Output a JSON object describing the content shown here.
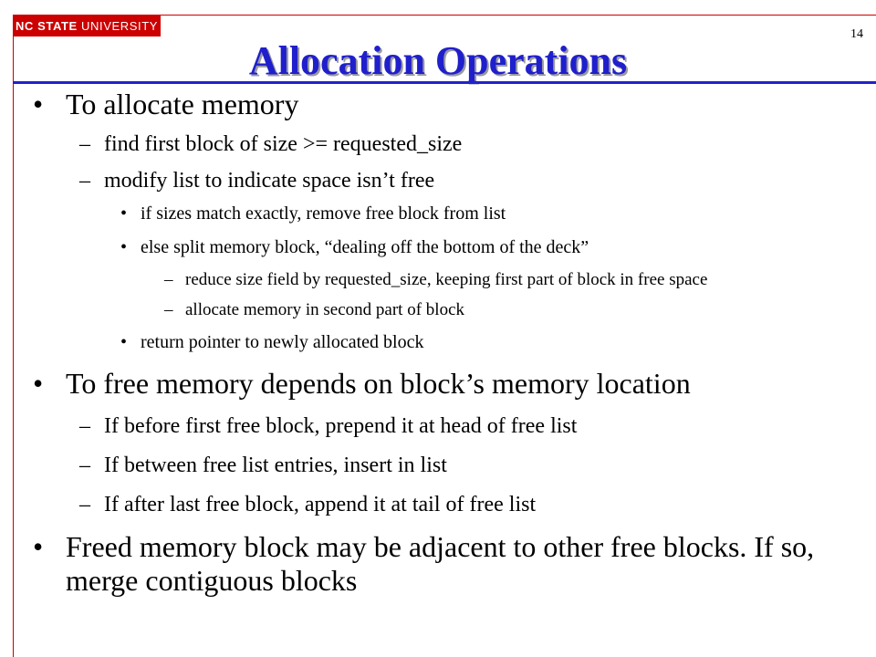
{
  "header": {
    "logo_bold": "NC STATE",
    "logo_rest": " UNIVERSITY",
    "slide_number": "14",
    "title": "Allocation Operations"
  },
  "bullets": [
    {
      "text": "To allocate memory",
      "children": [
        {
          "text": "find first block of size >= requested_size"
        },
        {
          "text": "modify list to indicate space isn’t free",
          "children": [
            {
              "text": "if sizes match exactly, remove free block from list"
            },
            {
              "text": "else split memory block, “dealing off the bottom of the deck”",
              "children": [
                {
                  "text": "reduce size field by requested_size, keeping first part of block in free space"
                },
                {
                  "text": "allocate memory in second part of block"
                }
              ]
            },
            {
              "text": "return pointer to newly allocated block"
            }
          ]
        }
      ]
    },
    {
      "text": "To free memory depends on block’s memory location",
      "children": [
        {
          "text": "If before first free block, prepend it at head of free list"
        },
        {
          "text": "If between free list entries, insert in list"
        },
        {
          "text": "If after last free block, append it at tail of free list"
        }
      ]
    },
    {
      "text": "Freed memory block may be adjacent to other free blocks. If so, merge contiguous blocks"
    }
  ],
  "colors": {
    "brand_red": "#cc0000",
    "title_blue": "#1f1fcc",
    "rule_blue": "#2222cc"
  }
}
